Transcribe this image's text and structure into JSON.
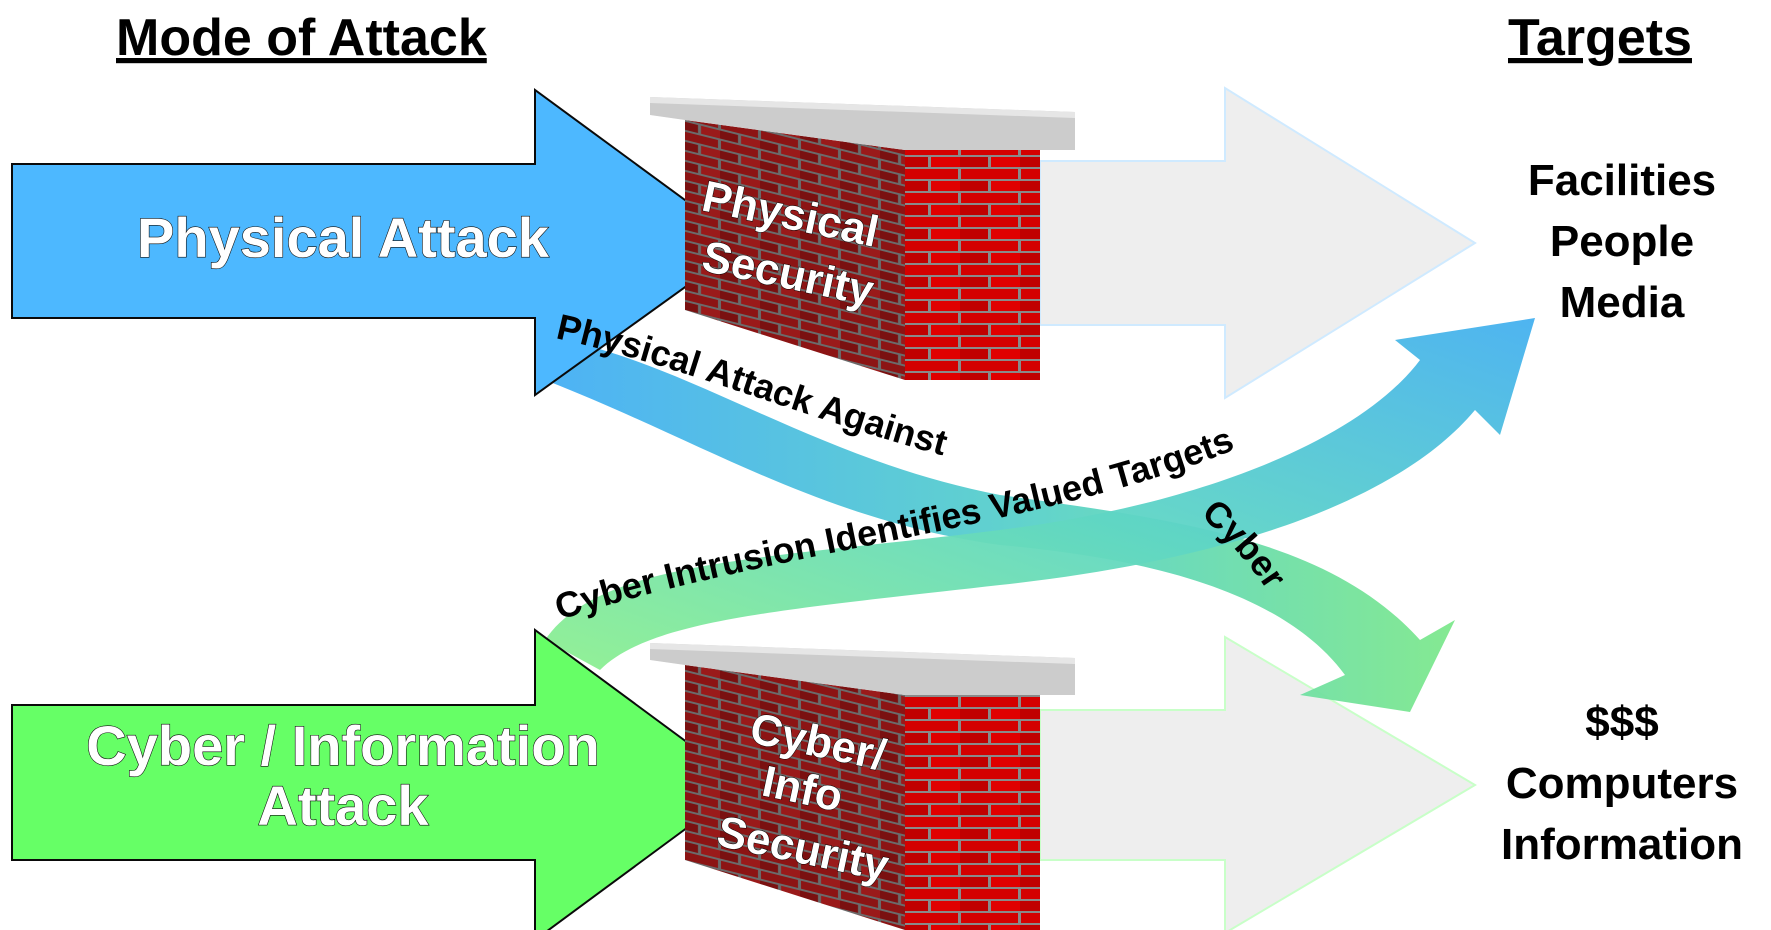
{
  "headers": {
    "mode_of_attack": "Mode of Attack",
    "targets": "Targets"
  },
  "attacks": {
    "physical": "Physical Attack",
    "cyber_line1": "Cyber / Information",
    "cyber_line2": "Attack"
  },
  "walls": {
    "physical_line1": "Physical",
    "physical_line2": "Security",
    "cyber_line1": "Cyber/",
    "cyber_line2": "Info",
    "cyber_line3": "Security"
  },
  "targets": {
    "physical": [
      "Facilities",
      "People",
      "Media"
    ],
    "cyber": [
      "$$$",
      "Computers",
      "Information"
    ]
  },
  "flows": {
    "physical_path_label": "Physical Attack Against",
    "cyber_path_label": "Cyber Intrusion Identifies Valued Targets",
    "cyber_short_label": "Cyber"
  },
  "colors": {
    "physical_arrow": "#4db8ff",
    "cyber_arrow": "#66ff66",
    "brick": "#b81414",
    "mortar": "#9a9a9a",
    "faded_arrow": "#eeeeee"
  }
}
